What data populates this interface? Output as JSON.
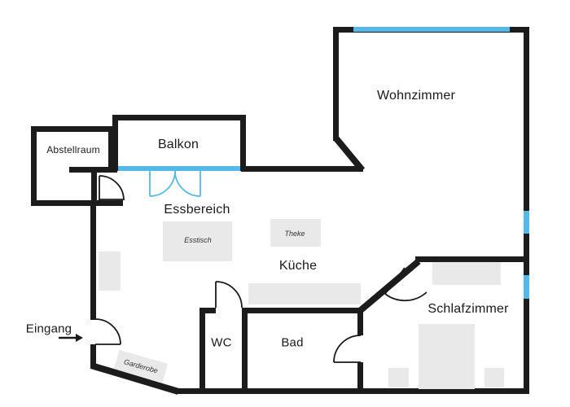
{
  "plan": {
    "title": "apartment-floor-plan",
    "colors": {
      "wall": "#1c1c1c",
      "window": "#54b9e8",
      "furniture": "#e9e9e9",
      "text": "#1a1a1a",
      "background": "#ffffff"
    },
    "rooms": {
      "abstellraum": {
        "label": "Abstellraum"
      },
      "balkon": {
        "label": "Balkon"
      },
      "wohnzimmer": {
        "label": "Wohnzimmer"
      },
      "essbereich": {
        "label": "Essbereich"
      },
      "kueche": {
        "label": "Küche"
      },
      "schlafzimmer": {
        "label": "Schlafzimmer"
      },
      "wc": {
        "label": "WC"
      },
      "bad": {
        "label": "Bad"
      }
    },
    "entrance": {
      "label": "Eingang"
    },
    "furniture": {
      "esstisch": {
        "label": "Esstisch"
      },
      "theke": {
        "label": "Theke"
      },
      "garderobe": {
        "label": "Garderobe"
      }
    }
  }
}
